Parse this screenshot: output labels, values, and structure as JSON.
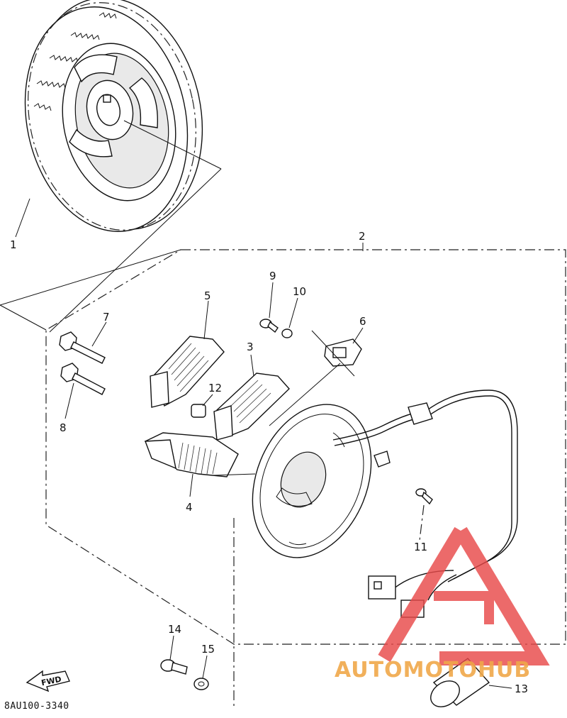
{
  "diagram": {
    "callouts": [
      "1",
      "2",
      "3",
      "4",
      "5",
      "6",
      "7",
      "8",
      "9",
      "10",
      "11",
      "12",
      "13",
      "14",
      "15"
    ],
    "fwd_arrow_label": "FWD",
    "drawing_code": "8AU100-3340",
    "watermark_text": "AUTOMOTOHUB"
  },
  "colors": {
    "line": "#111111",
    "watermark_red": "#e84a4a",
    "watermark_orange": "#f0a84a",
    "watermark_gray": "#555555"
  }
}
